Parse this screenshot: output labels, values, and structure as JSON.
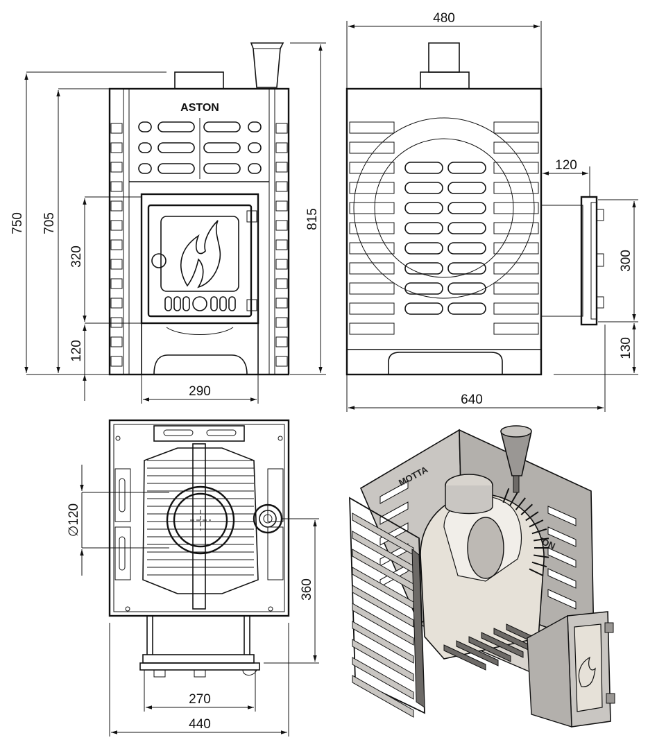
{
  "dimensions": {
    "front_total_height": "750",
    "front_body_height": "705",
    "door_height": "320",
    "door_bottom_height": "120",
    "total_height_with_chimney": "815",
    "door_width": "290",
    "side_width": "480",
    "side_offset": "120",
    "tank_height": "300",
    "tank_bottom": "130",
    "total_depth": "640",
    "flue_diameter": "∅120",
    "top_depth": "360",
    "top_door_width": "270",
    "top_width": "440"
  },
  "labels": {
    "front_logo": "ASTON",
    "cutaway_logo": "MOTTA",
    "cutaway_logo_side": "TON"
  },
  "colors": {
    "line": "#111111",
    "metal_light": "#c9c6c2",
    "metal_mid": "#9a9794",
    "metal_dark": "#6d6a67",
    "fire_brick": "#e6e1d8"
  }
}
